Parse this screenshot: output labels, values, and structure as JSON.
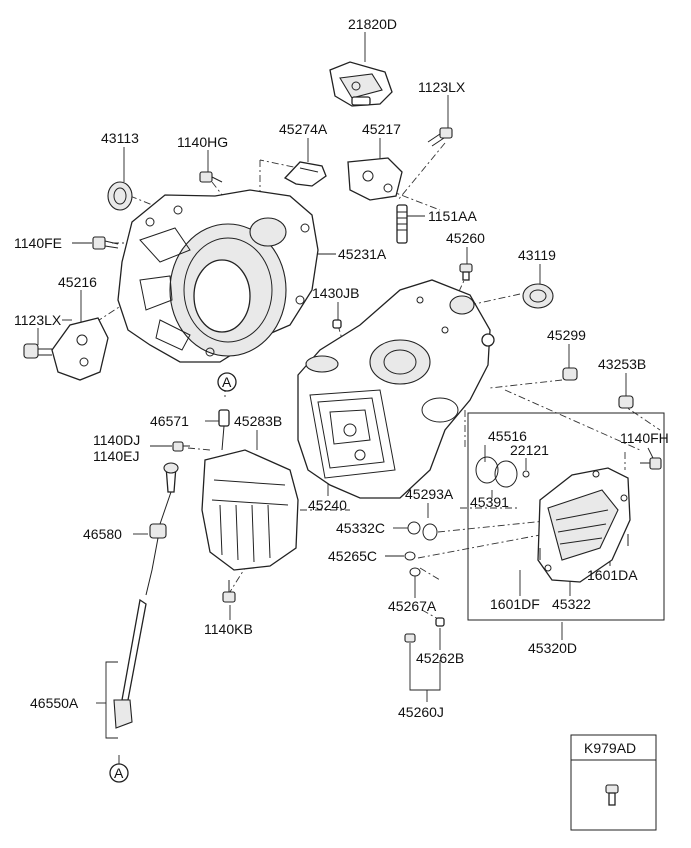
{
  "labels": {
    "p21820D": "21820D",
    "p1123LX_top": "1123LX",
    "p45274A": "45274A",
    "p45217": "45217",
    "p43113": "43113",
    "p1140HG": "1140HG",
    "p1151AA": "1151AA",
    "p1140FE": "1140FE",
    "p45231A": "45231A",
    "p45260": "45260",
    "p43119": "43119",
    "p45216": "45216",
    "p1430JB": "1430JB",
    "p1123LX_left": "1123LX",
    "p45299": "45299",
    "p43253B": "43253B",
    "callout_A_top": "A",
    "p46571": "46571",
    "p45283B": "45283B",
    "p1140DJ": "1140DJ",
    "p1140EJ": "1140EJ",
    "p45516": "45516",
    "p22121": "22121",
    "p1140FH": "1140FH",
    "p45391": "45391",
    "p45240": "45240",
    "p45293A": "45293A",
    "p45332C": "45332C",
    "p46580": "46580",
    "p45265C": "45265C",
    "p1601DA": "1601DA",
    "p1601DF": "1601DF",
    "p45322": "45322",
    "p45267A": "45267A",
    "p1140KB": "1140KB",
    "p45320D": "45320D",
    "p45262B": "45262B",
    "p46550A": "46550A",
    "p45260J": "45260J",
    "callout_A_bottom": "A",
    "legend_code": "K979AD"
  }
}
